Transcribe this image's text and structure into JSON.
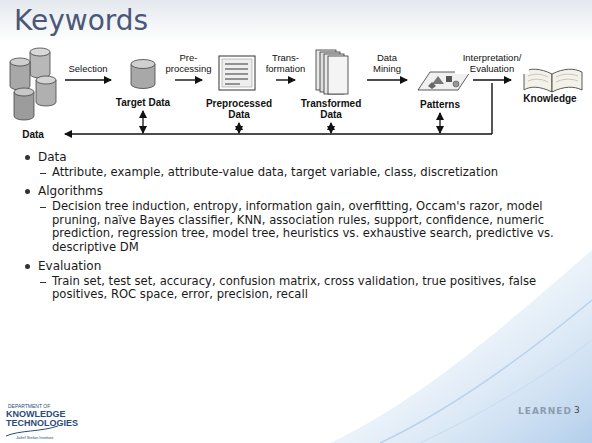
{
  "diagram": {
    "title": "Keywords",
    "nodes": [
      {
        "text": [
          "Data"
        ]
      },
      {
        "text": [
          "Target Data"
        ]
      },
      {
        "text": [
          "Preprocessed Data"
        ]
      },
      {
        "text": [
          "Transformed Data"
        ]
      },
      {
        "text": [
          "Patterns"
        ]
      },
      {
        "text": [
          "Knowledge"
        ]
      }
    ],
    "edges": [
      {
        "from": 0,
        "to": 1,
        "arrow": "to",
        "label": "Selection"
      },
      {
        "from": 1,
        "to": 2,
        "arrow": "to",
        "label": "Pre- processing"
      },
      {
        "from": 2,
        "to": 3,
        "arrow": "to",
        "label": "Trans- formation"
      },
      {
        "from": 3,
        "to": 4,
        "arrow": "to",
        "label": "Data Mining"
      },
      {
        "from": 4,
        "to": 5,
        "arrow": "to",
        "label": "Interpretation/ Evaluation"
      }
    ],
    "labels": [
      "Data",
      "Attribute, example, attribute-value data, target variable, class, discretization",
      "Algorithms",
      "Decision tree induction, entropy, information gain, overfitting, Occam's razor, model pruning, naïve Bayes classifier, KNN, association rules, support, confidence, numeric prediction, regression tree, model tree, heuristics vs. exhaustive search, predictive vs. descriptive DM",
      "Evaluation",
      "Train set, test set, accuracy, confusion matrix, cross validation, true positives, false positives, ROC space, error, precision, recall",
      "3",
      "LEARNED",
      "DEPARTMENT OF",
      "KNOWLEDGE",
      "TECHNOLOGIES",
      "Jožef Stefan Institute"
    ]
  }
}
